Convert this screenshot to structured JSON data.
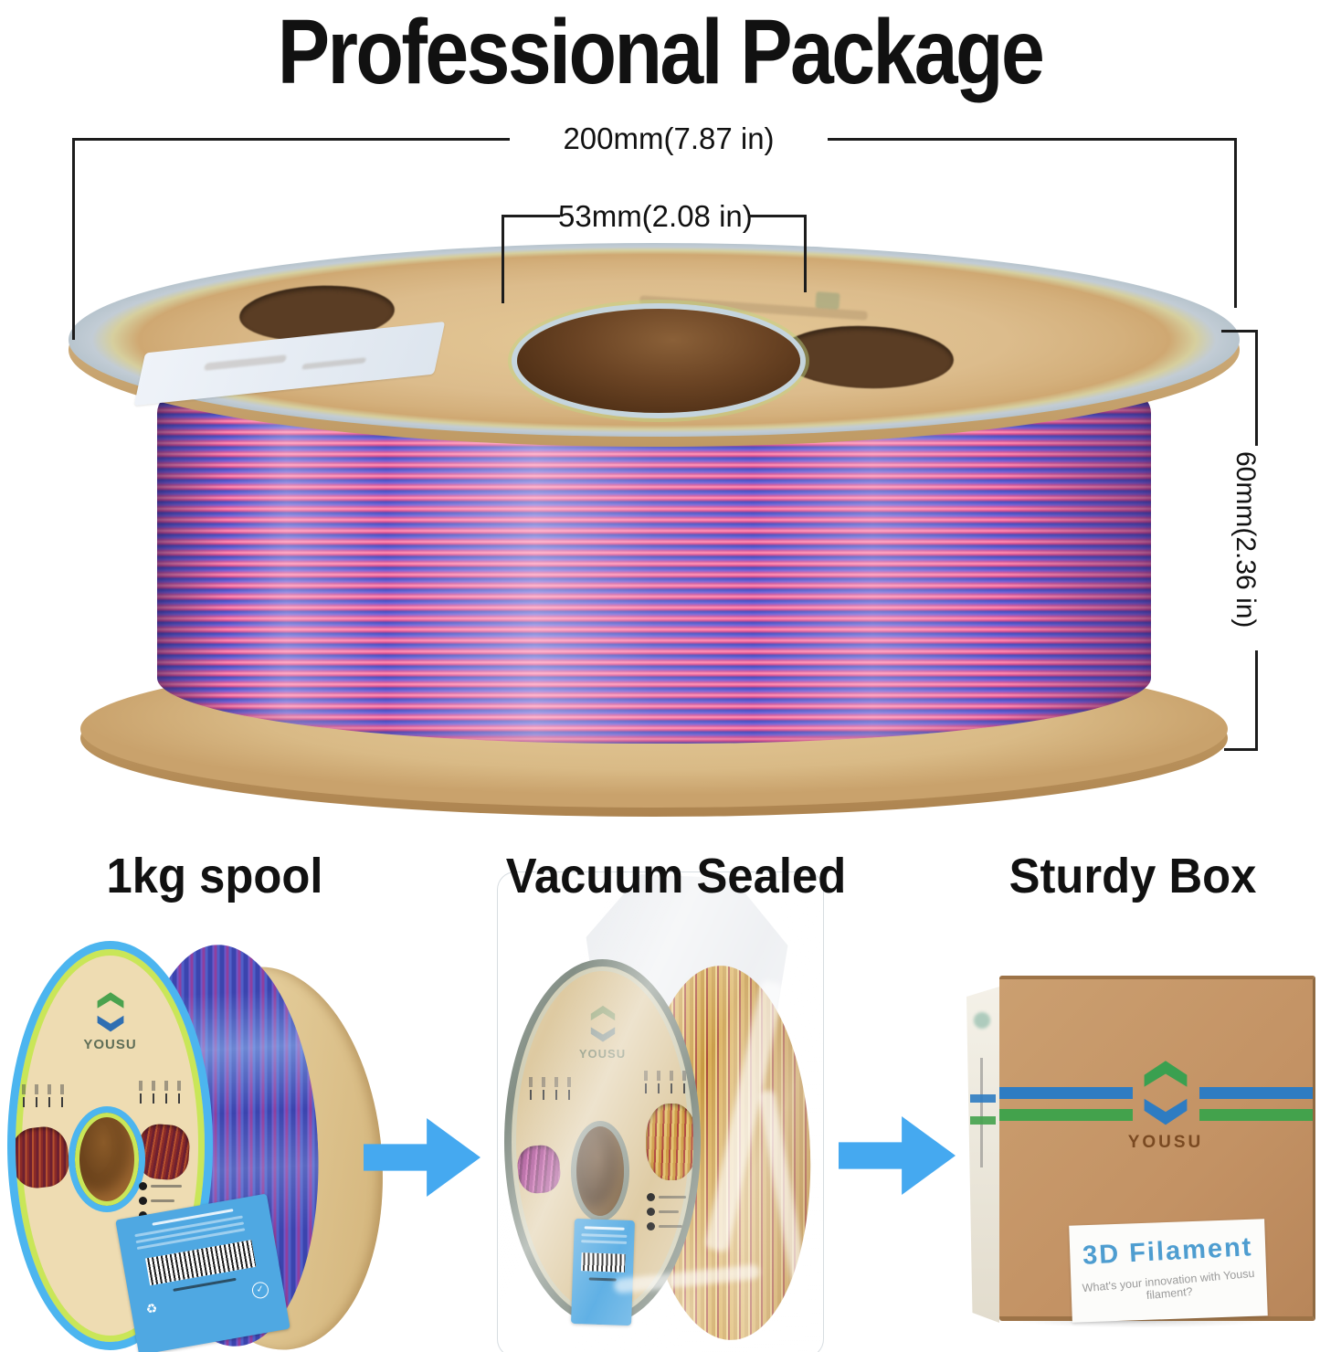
{
  "title": "Professional Package",
  "dimensions": {
    "diameter": "200mm(7.87 in)",
    "hub_bore": "53mm(2.08 in)",
    "height": "60mm(2.36 in)"
  },
  "features": [
    {
      "label": "1kg spool"
    },
    {
      "label": "Vacuum Sealed"
    },
    {
      "label": "Sturdy Box"
    }
  ],
  "brand": {
    "wordmark": "YOUSU"
  },
  "box": {
    "label_title": "3D Filament",
    "label_tagline": "What's your innovation with Yousu filament?"
  },
  "icons": {
    "arrow_right": "css-block-arrow",
    "recycle": "♻",
    "check_circle": "✓"
  },
  "colors": {
    "arrow_blue": "#45a9f0",
    "filament_pink": "#ef6198",
    "filament_blue": "#4b55c6",
    "cardboard_tan": "#dcbb8a",
    "spool_rim_blue": "#4cb5ef",
    "spool_ring_green": "#c9e658",
    "sealed_rim_gray": "#7c887e",
    "gold_filament": "#c89a30",
    "box_stripe_blue": "#2e7cc2",
    "box_stripe_green": "#43a24c",
    "product_label_blue": "#4fa8e2",
    "box_label_text_blue": "#4e9dd0"
  }
}
